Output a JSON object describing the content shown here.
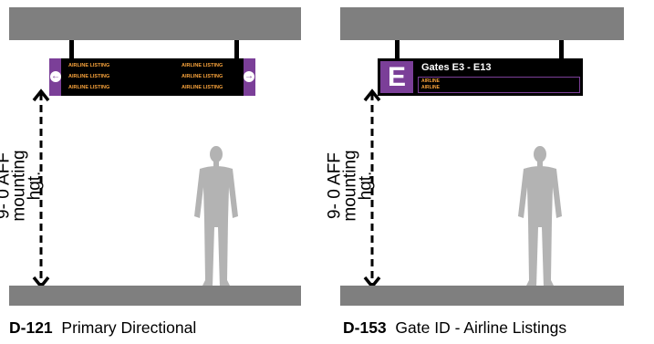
{
  "left": {
    "sign": {
      "listing_label": "AIRLINE LISTING",
      "left_arrow": "left-arrow-icon",
      "right_arrow": "right-arrow-icon"
    },
    "dimension": {
      "line1": "9- 0  AFF",
      "line2": "mounting hgt."
    },
    "caption": {
      "code": "D-121",
      "title": "Primary Directional"
    }
  },
  "right": {
    "sign": {
      "letter": "E",
      "title": "Gates E3 - E13",
      "airline_label": "AIRLINE"
    },
    "dimension": {
      "line1": "9- 0  AFF",
      "line2": "mounting hgt."
    },
    "caption": {
      "code": "D-153",
      "title": "Gate ID - Airline Listings"
    }
  },
  "colors": {
    "accent": "#7b3f98",
    "text_orange": "#f7a23b",
    "structure": "#7f7f7f",
    "figure": "#b3b3b3"
  }
}
